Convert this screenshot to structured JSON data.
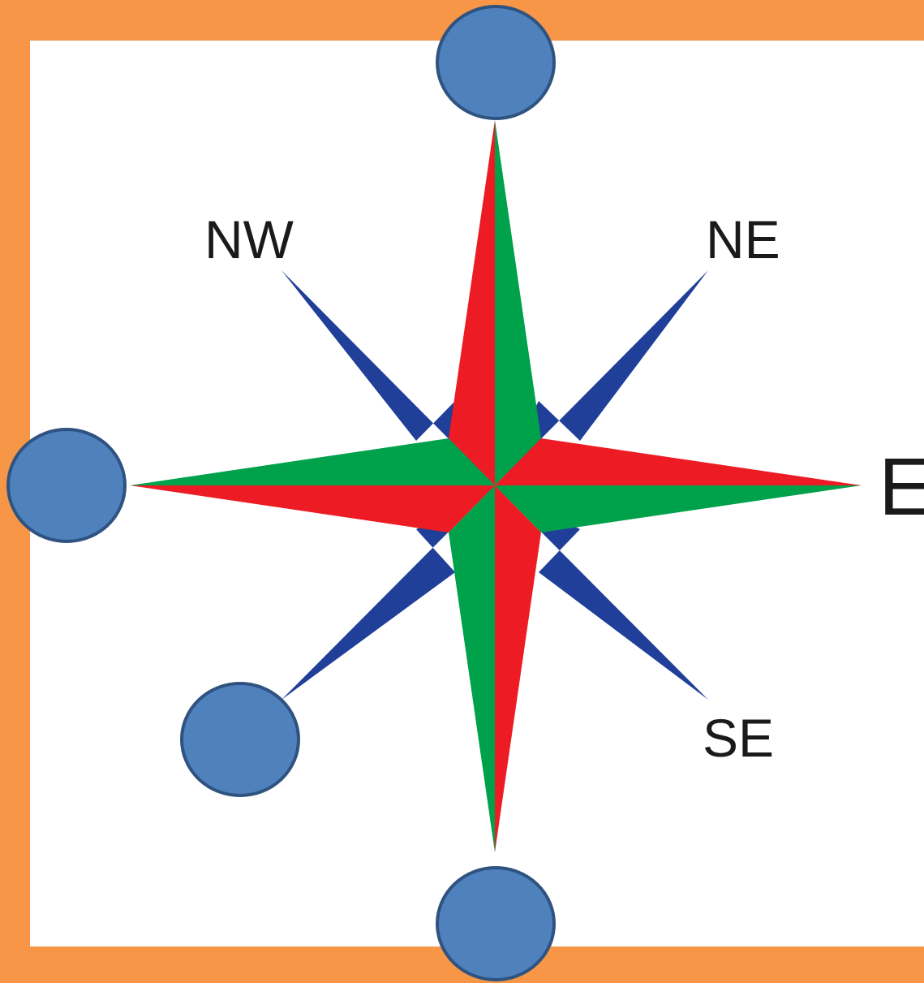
{
  "compass": {
    "labels": {
      "nw": "NW",
      "ne": "NE",
      "se": "SE",
      "e": "E"
    },
    "markers": [
      "north-marker",
      "west-marker",
      "south-marker",
      "southwest-marker"
    ]
  },
  "colors": {
    "frame": "#F79646",
    "background": "#FFFFFF",
    "cardinal_red": "#ED1C24",
    "cardinal_green": "#00A14B",
    "intercardinal_blue": "#1F3F99",
    "marker_fill": "#4F81BD",
    "marker_stroke": "#2F5380"
  }
}
